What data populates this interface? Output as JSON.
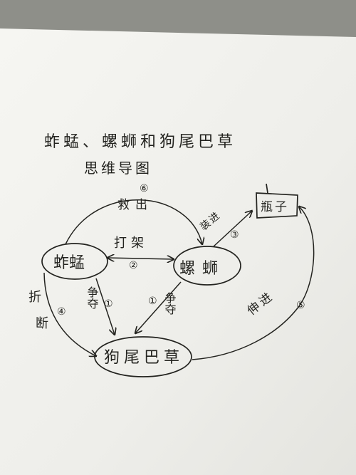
{
  "title": {
    "line1": "蚱蜢、螺蛳和狗尾巴草",
    "line2": "思维导图"
  },
  "nodes": {
    "grasshopper": "蚱蜢",
    "snail": "螺蛳",
    "foxtail": "狗尾巴草",
    "bottle": "瓶子"
  },
  "edges": {
    "rescue": {
      "num": "⑥",
      "label": "救出"
    },
    "fight": {
      "label": "打架",
      "num": "②"
    },
    "into_bottle": {
      "label": "装进",
      "num": "③"
    },
    "compete_left": {
      "label": "争夺",
      "num": "①"
    },
    "compete_right": {
      "num": "①",
      "label": "争夺"
    },
    "break": {
      "label_1": "折",
      "label_2": "断",
      "num": "④"
    },
    "extend": {
      "label": "伸进",
      "num": "⑤"
    }
  },
  "colors": {
    "paper": "#f4f4f0",
    "ink": "#23231f",
    "background": "#8e8f89"
  }
}
